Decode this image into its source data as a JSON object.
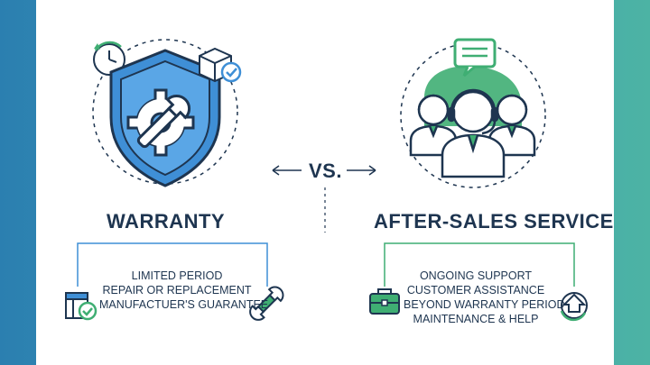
{
  "vs_label": "VS.",
  "warranty": {
    "title": "WARRANTY",
    "features": [
      "LIMITED PERIOD",
      "REPAIR OR REPLACEMENT",
      "MANUFACTUER'S GUARANTEE"
    ],
    "icons": [
      "clock-icon",
      "shield-gear-wrench-icon",
      "box-check-icon",
      "document-check-icon",
      "wrench-icon"
    ],
    "accent": "#3f8fd6"
  },
  "after_sales": {
    "title": "AFTER-SALES SERVICE",
    "features": [
      "ONGOING SUPPORT",
      "CUSTOMER ASSISTANCE",
      "BEYOND WARRANTY PERIOD",
      "MAINTENANCE & HELP"
    ],
    "icons": [
      "support-agents-icon",
      "chat-bubble-icon",
      "briefcase-icon",
      "upgrade-arrow-icon"
    ],
    "accent": "#3fae73"
  }
}
